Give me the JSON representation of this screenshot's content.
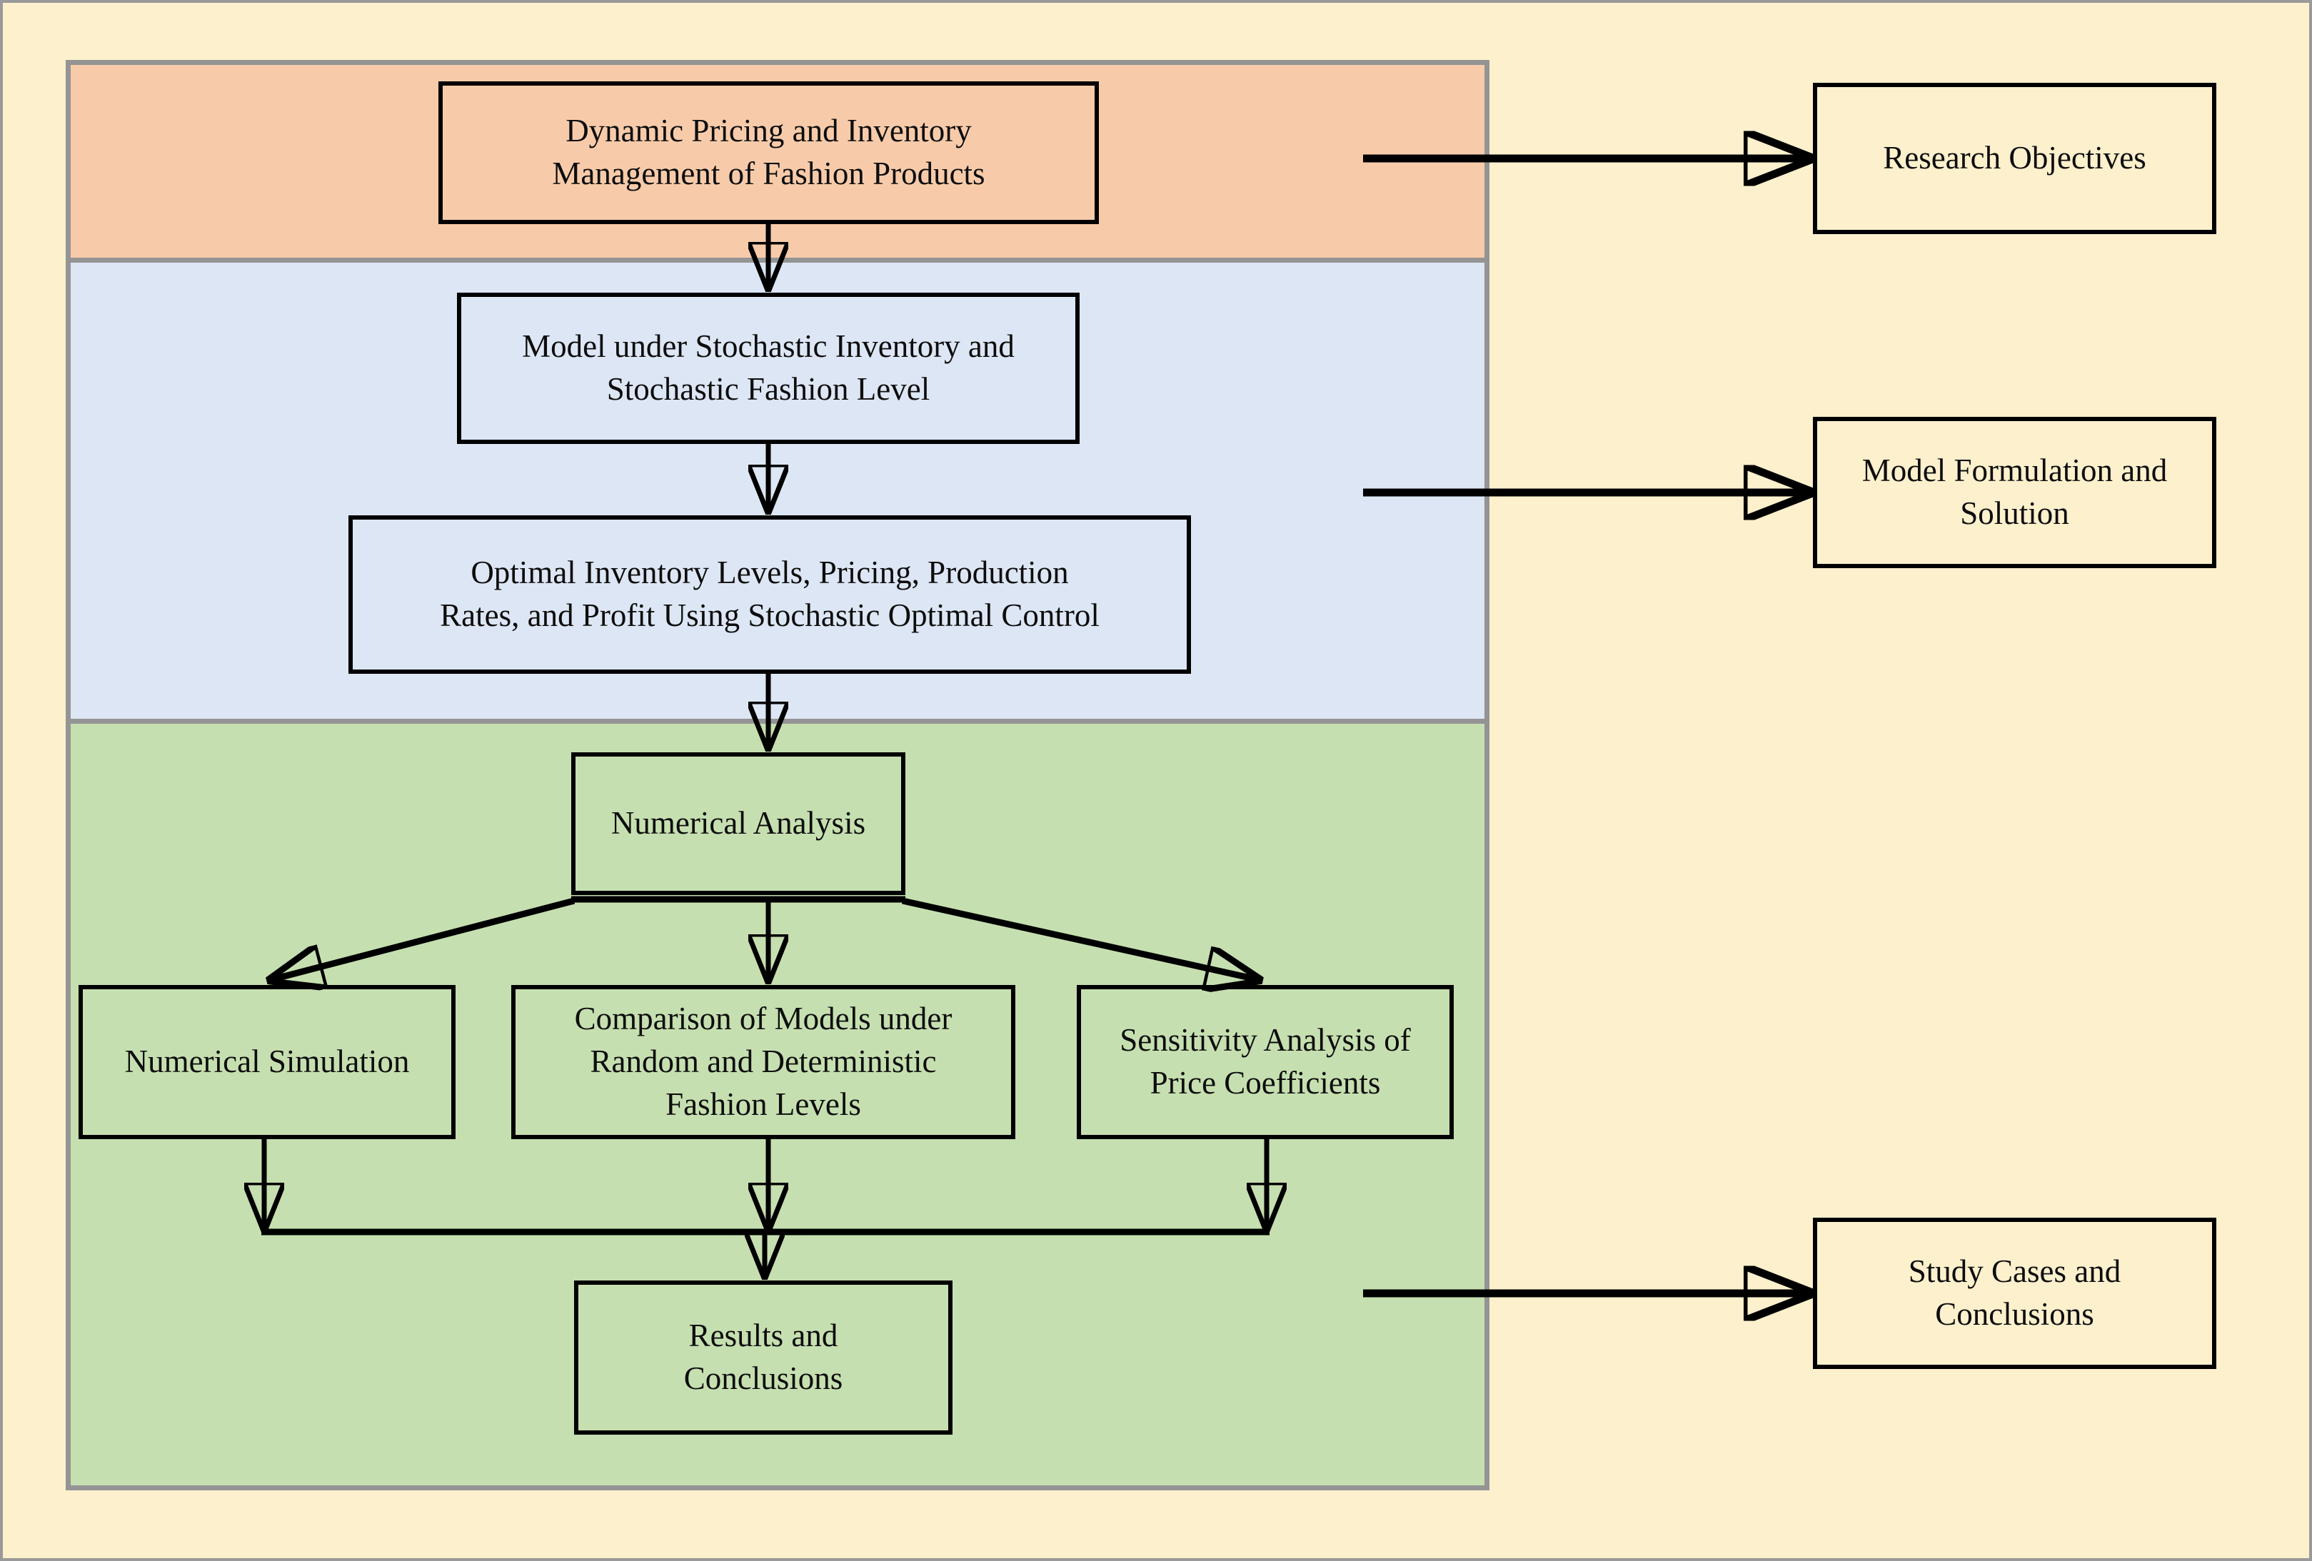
{
  "diagram": {
    "title_text": "Dynamic Pricing and Inventory Management of Fashion Products",
    "bands": [
      {
        "name": "objectives-band",
        "color": "#f7cbaa"
      },
      {
        "name": "model-band",
        "color": "#dde6f4"
      },
      {
        "name": "analysis-band",
        "color": "#c6dfb0"
      }
    ],
    "page_background": "#fdf0cd",
    "container_border": "#949494",
    "node_border": "#000000",
    "connector_color": "#000000"
  },
  "nodes": {
    "title": {
      "line1": "Dynamic Pricing and Inventory",
      "line2": "Management of Fashion Products"
    },
    "model": {
      "line1": "Model under Stochastic Inventory and",
      "line2": "Stochastic Fashion Level"
    },
    "optimal": {
      "line1": "Optimal Inventory Levels, Pricing, Production",
      "line2": "Rates, and Profit Using Stochastic Optimal Control"
    },
    "numerical_analysis": {
      "line1": "Numerical Analysis"
    },
    "simulation": {
      "line1": "Numerical Simulation"
    },
    "comparison": {
      "line1": "Comparison of Models under",
      "line2": "Random and Deterministic",
      "line3": "Fashion Levels"
    },
    "sensitivity": {
      "line1": "Sensitivity Analysis of",
      "line2": "Price Coefficients"
    },
    "results": {
      "line1": "Results and",
      "line2": "Conclusions"
    }
  },
  "side_nodes": {
    "research_objectives": {
      "line1": "Research Objectives"
    },
    "model_formulation": {
      "line1": "Model Formulation and",
      "line2": "Solution"
    },
    "study_cases": {
      "line1": "Study Cases and",
      "line2": "Conclusions"
    }
  }
}
